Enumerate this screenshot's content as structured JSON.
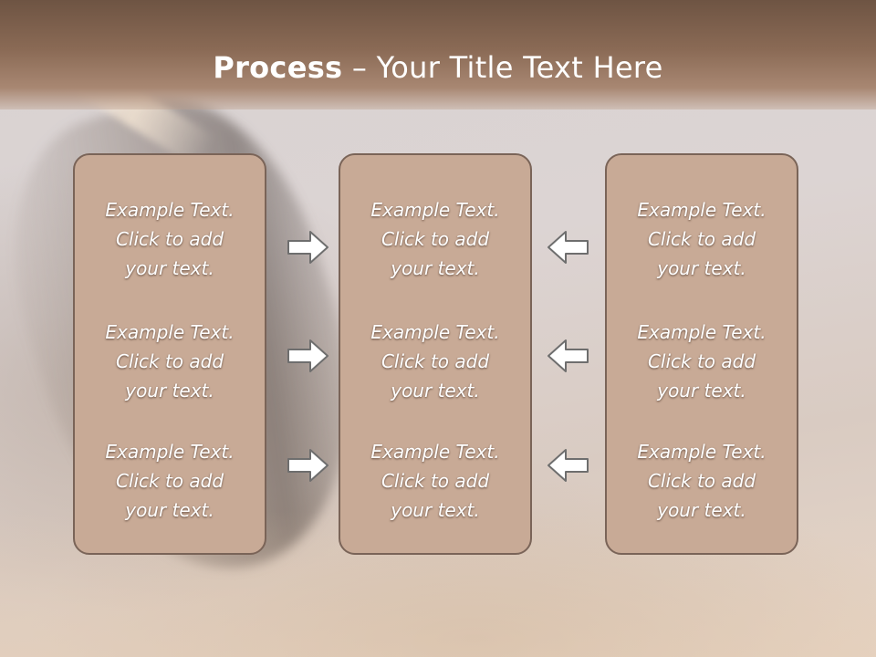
{
  "slide": {
    "title_bold": "Process",
    "title_dash": " – ",
    "title_rest": "Your Title Text Here"
  },
  "columns": [
    {
      "items": [
        "Example Text.\nClick  to add\nyour text.",
        "Example Text.\nClick  to add\nyour text.",
        "Example Text.\nClick  to add\nyour text."
      ]
    },
    {
      "items": [
        "Example Text.\nClick  to add\nyour text.",
        "Example Text.\nClick  to add\nyour text.",
        "Example Text.\nClick  to add\nyour text."
      ]
    },
    {
      "items": [
        "Example Text.\nClick  to add\nyour text.",
        "Example Text.\nClick  to add\nyour text.",
        "Example Text.\nClick  to add\nyour text."
      ]
    }
  ],
  "arrows": {
    "left_group": "arrow-right-icon",
    "right_group": "arrow-left-icon"
  },
  "colors": {
    "header": "#8a6a55",
    "box_fill": "#c8aa96",
    "box_border": "#7a6458",
    "text": "#ffffff"
  }
}
